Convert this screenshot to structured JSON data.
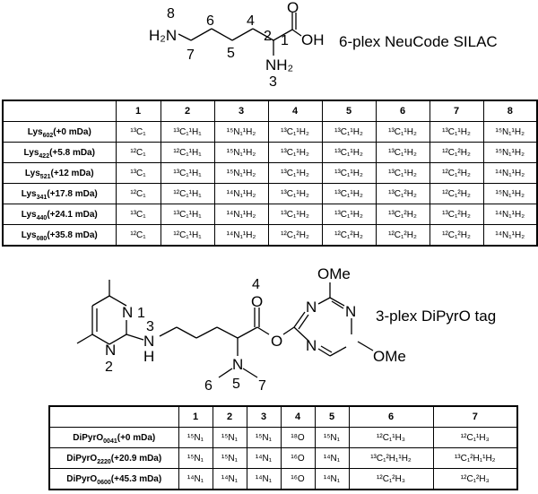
{
  "structure1": {
    "caption": "6-plex NeuCode SILAC",
    "atoms": {
      "amine": "H₂N",
      "acid_o": "O",
      "acid_oh": "OH",
      "alpha_amine": "NH₂"
    },
    "position_numbers": [
      "8",
      "7",
      "6",
      "5",
      "4",
      "2",
      "1",
      "3"
    ]
  },
  "table1": {
    "headers": [
      "",
      "1",
      "2",
      "3",
      "4",
      "5",
      "6",
      "7",
      "8"
    ],
    "rows": [
      {
        "name": "Lys",
        "sub": "602",
        "shift": "(+0 mDa)",
        "cells": [
          "¹³C₁",
          "¹³C₁¹H₁",
          "¹⁵N₁¹H₂",
          "¹³C₁¹H₂",
          "¹³C₁¹H₂",
          "¹³C₁¹H₂",
          "¹³C₁¹H₂",
          "¹⁵N₁¹H₂"
        ]
      },
      {
        "name": "Lys",
        "sub": "422",
        "shift": "(+5.8 mDa)",
        "cells": [
          "¹²C₁",
          "¹²C₁¹H₁",
          "¹⁵N₁¹H₂",
          "¹³C₁¹H₂",
          "¹³C₁¹H₂",
          "¹³C₁¹H₂",
          "¹²C₁²H₂",
          "¹⁵N₁¹H₂"
        ]
      },
      {
        "name": "Lys",
        "sub": "521",
        "shift": "(+12 mDa)",
        "cells": [
          "¹³C₁",
          "¹³C₁¹H₁",
          "¹⁵N₁¹H₂",
          "¹³C₁¹H₂",
          "¹³C₁¹H₂",
          "¹³C₁¹H₂",
          "¹²C₁²H₂",
          "¹⁴N₁¹H₂"
        ]
      },
      {
        "name": "Lys",
        "sub": "341",
        "shift": "(+17.8 mDa)",
        "cells": [
          "¹²C₁",
          "¹²C₁¹H₁",
          "¹⁴N₁¹H₂",
          "¹³C₁¹H₂",
          "¹³C₁¹H₂",
          "¹³C₁²H₂",
          "¹²C₁²H₂",
          "¹⁵N₁¹H₂"
        ]
      },
      {
        "name": "Lys",
        "sub": "440",
        "shift": "(+24.1 mDa)",
        "cells": [
          "¹³C₁",
          "¹³C₁¹H₁",
          "¹⁴N₁¹H₂",
          "¹³C₁¹H₂",
          "¹³C₁¹H₂",
          "¹³C₁²H₂",
          "¹³C₁²H₂",
          "¹⁴N₁¹H₂"
        ]
      },
      {
        "name": "Lys",
        "sub": "080",
        "shift": "(+35.8 mDa)",
        "cells": [
          "¹²C₁",
          "¹²C₁¹H₁",
          "¹⁴N₁¹H₂",
          "¹²C₁²H₂",
          "¹²C₁²H₂",
          "¹²C₁²H₂",
          "¹²C₁²H₂",
          "¹⁴N₁¹H₂"
        ]
      }
    ]
  },
  "structure2": {
    "caption": "3-plex DiPyrO tag",
    "atoms": {
      "ring_n1": "N",
      "ring_n2": "N",
      "nh_n": "N",
      "nh_h": "H",
      "carbonyl_o": "O",
      "ester_o": "O",
      "triazine_n": "N",
      "ome_top": "OMe",
      "ome_right": "OMe",
      "amine_n": "N"
    },
    "position_numbers": [
      "1",
      "2",
      "3",
      "4",
      "5",
      "6",
      "7"
    ]
  },
  "table2": {
    "headers": [
      "",
      "1",
      "2",
      "3",
      "4",
      "5",
      "6",
      "7"
    ],
    "rows": [
      {
        "name": "DiPyrO",
        "sub": "0041",
        "shift": "(+0 mDa)",
        "cells": [
          "¹⁵N₁",
          "¹⁵N₁",
          "¹⁵N₁",
          "¹⁸O",
          "¹⁵N₁",
          "¹²C₁¹H₃",
          "¹²C₁¹H₃"
        ]
      },
      {
        "name": "DiPyrO",
        "sub": "2220",
        "shift": "(+20.9 mDa)",
        "cells": [
          "¹⁵N₁",
          "¹⁵N₁",
          "¹⁴N₁",
          "¹⁶O",
          "¹⁴N₁",
          "¹³C₁²H₁¹H₂",
          "¹³C₁²H₁¹H₂"
        ]
      },
      {
        "name": "DiPyrO",
        "sub": "0600",
        "shift": "(+45.3 mDa)",
        "cells": [
          "¹⁴N₁",
          "¹⁴N₁",
          "¹⁴N₁",
          "¹⁶O",
          "¹⁴N₁",
          "¹²C₁²H₃",
          "¹²C₁²H₃"
        ]
      }
    ]
  }
}
